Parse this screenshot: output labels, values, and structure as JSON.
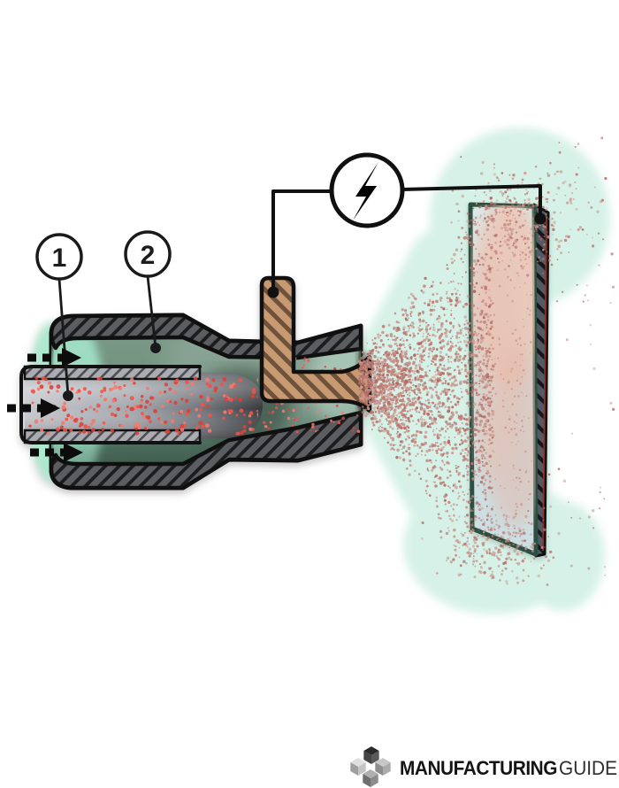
{
  "diagram": {
    "callouts": [
      {
        "label": "1",
        "target": "powder-feed-tube"
      },
      {
        "label": "2",
        "target": "gas-chamber"
      }
    ],
    "icons": {
      "power_source": "lightning-bolt-in-circle",
      "flow_arrows": "dashed-arrow-right"
    },
    "colors": {
      "gas_body_light": "#8aa796",
      "gas_body_dark": "#4a685a",
      "gas_glow": "#a9eccf",
      "overspray_cloud": "#d4f1e6",
      "shell_base": "#5c5d60",
      "shell_hatch": "#1b1c1e",
      "tube_base": "#aaacb1",
      "tube_hatch": "#4c4e53",
      "electrode_base": "#c79a72",
      "electrode_hatch": "#6f523b",
      "plate_edge_base": "#515b64",
      "plate_edge_hatch": "#15171a",
      "plate_face": "#d3e9ea",
      "plate_border": "#2c4f41",
      "coating_pink": "#ecc3b2",
      "coating_line_red": "#9e2f26",
      "powder_colors": [
        "#ee544a",
        "#d8443c",
        "#f37b70"
      ],
      "spray_colors": [
        "#c5867e",
        "#bb7870",
        "#cf9a92",
        "#b06c64"
      ],
      "speckle": "#bf7a6e",
      "outline": "#101010"
    }
  },
  "branding": {
    "bold": "MANUFACTURING",
    "light": "GUIDE"
  }
}
